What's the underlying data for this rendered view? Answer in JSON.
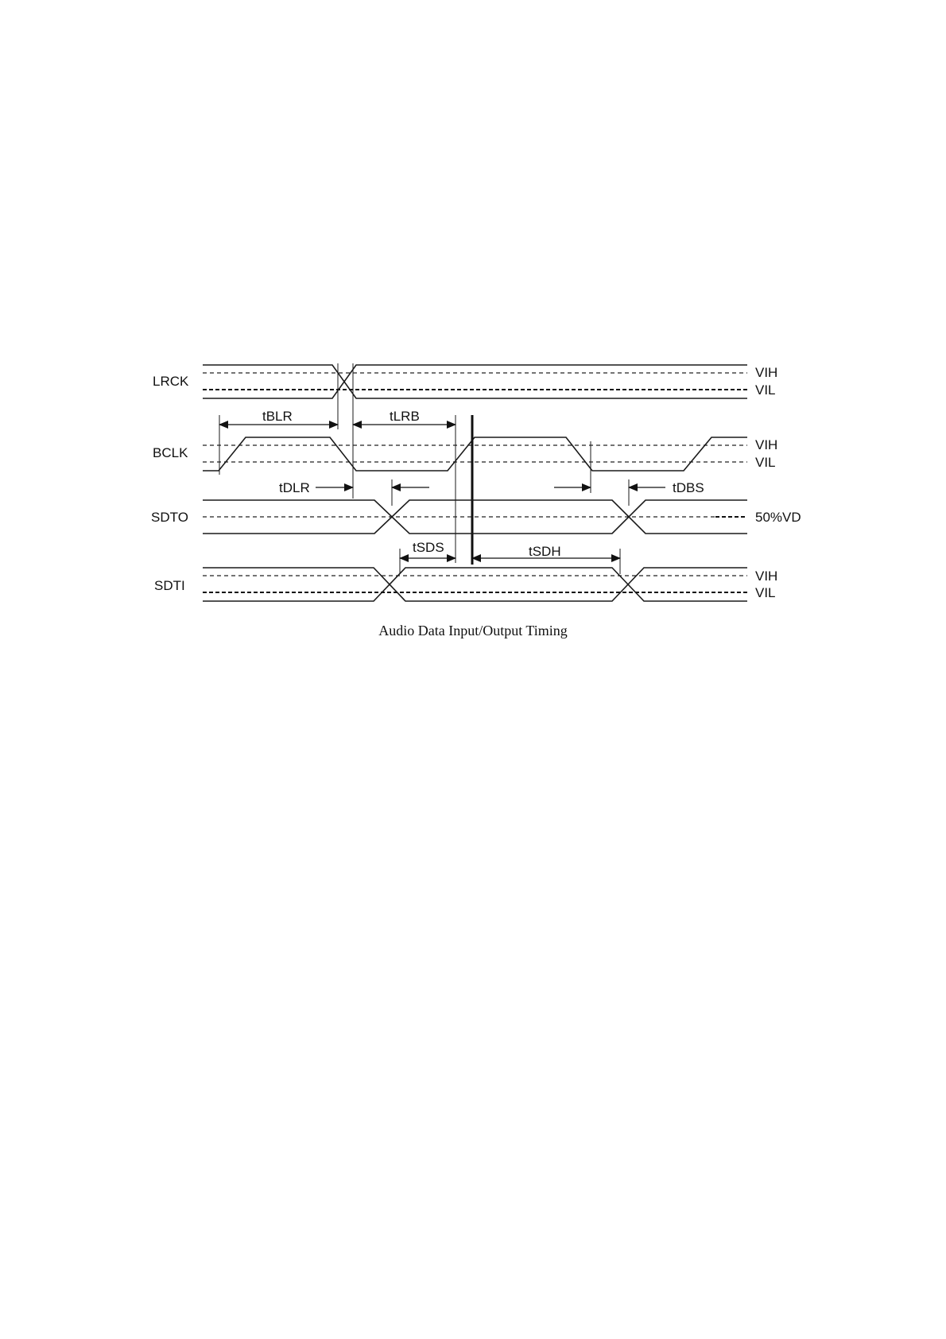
{
  "diagram": {
    "signals": {
      "lrck": "LRCK",
      "bclk": "BCLK",
      "sdto": "SDTO",
      "sdti": "SDTI"
    },
    "levels": {
      "lrck_high": "VIH",
      "lrck_low": "VIL",
      "bclk_high": "VIH",
      "bclk_low": "VIL",
      "sdto_mid": "50%VD",
      "sdti_high": "VIH",
      "sdti_low": "VIL"
    },
    "timings": {
      "tblr": "tBLR",
      "tlrb": "tLRB",
      "tdlr": "tDLR",
      "tdbs": "tDBS",
      "tsds": "tSDS",
      "tsdh": "tSDH"
    },
    "caption": "Audio Data Input/Output Timing"
  }
}
